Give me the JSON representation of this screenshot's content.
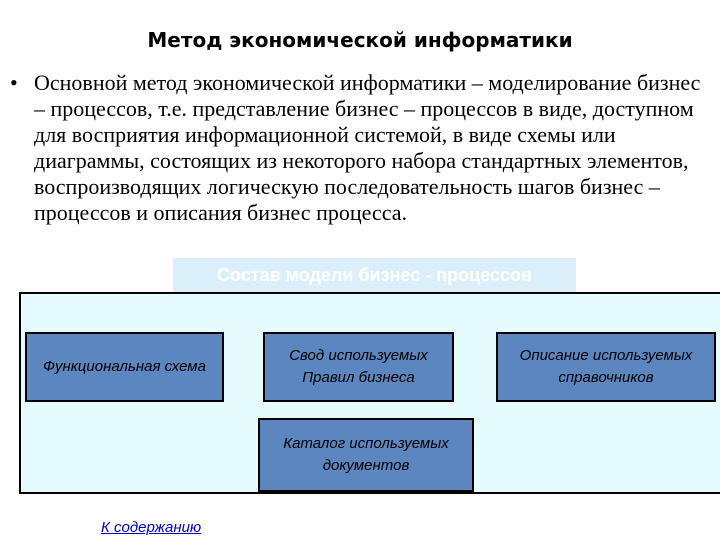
{
  "slide": {
    "title": "Метод экономической информатики",
    "bullet": "•",
    "body": "Основной метод экономической информатики – моделирование бизнес – процессов, т.е. представление бизнес – процессов в виде, доступном для восприятия информационной системой, в виде схемы или диаграммы, состоящих из некоторого набора стандартных элементов, воспроизводящих логическую последовательность шагов бизнес – процессов и описания бизнес процесса."
  },
  "model": {
    "title": "Состав модели бизнес - процессов",
    "boxes": {
      "functional_scheme": "Функциональная схема",
      "business_rules": "Свод используемых\nПравил бизнеса",
      "directories": "Описание используемых\nсправочников",
      "documents": "Каталог используемых\nдокументов"
    }
  },
  "nav": {
    "contents_link": "К содержанию"
  },
  "colors": {
    "box_fill": "#5b86bf",
    "panel_fill": "#e6fbfd",
    "title_band": "#dbeffb",
    "link": "#0000cc"
  }
}
